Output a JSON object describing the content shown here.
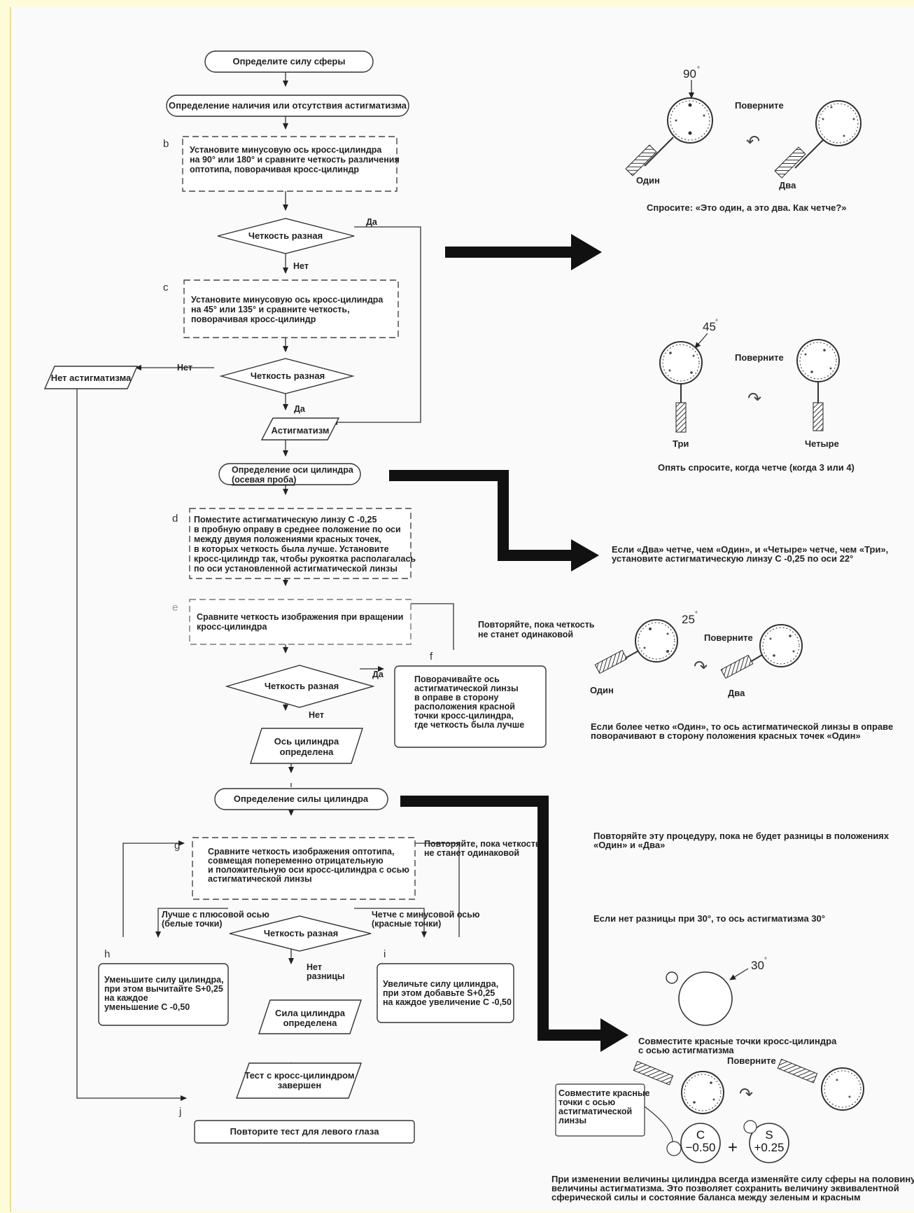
{
  "flow": {
    "start": "Определите силу сферы",
    "detect": "Определение наличия или отсутствия астигматизма",
    "b_label": "b",
    "b_lines": [
      "Установите минусовую ось кросс-цилиндра",
      "на 90° или 180° и сравните четкость различения",
      "оптотипа, поворачивая кросс-цилиндр"
    ],
    "decision1": "Четкость разная",
    "yes1": "Да",
    "no1": "Нет",
    "c_label": "c",
    "c_lines": [
      "Установите минусовую ось кросс-цилиндра",
      "на 45° или 135° и сравните четкость,",
      "поворачивая кросс-цилиндр"
    ],
    "decision2": "Четкость разная",
    "no2": "Нет",
    "yes2": "Да",
    "no_astig": "Нет астигматизма",
    "astig": "Астигматизм",
    "axis_lines": [
      "Определение оси цилиндра",
      "(осевая проба)"
    ],
    "d_label": "d",
    "d_lines": [
      "Поместите астигматическую линзу C -0,25",
      "в пробную оправу в среднее положение по оси",
      "между двумя положениями красных точек,",
      "в которых четкость была лучше. Установите",
      "кросс-цилиндр так, чтобы рукоятка располагалась",
      "по оси установленной астигматической линзы"
    ],
    "e_label": "e",
    "e_lines": [
      "Сравните четкость изображения при вращении",
      "кросс-цилиндра"
    ],
    "repeat1_lines": [
      "Повторяйте, пока четкость",
      "не станет одинаковой"
    ],
    "f_label": "f",
    "f_lines": [
      "Поворачивайте ось",
      "астигматической линзы",
      "в оправе в сторону",
      "расположения красной",
      "точки кросс-цилиндра,",
      "где четкость была лучше"
    ],
    "decision3": "Четкость разная",
    "yes3": "Да",
    "no3": "Нет",
    "axis_done_lines": [
      "Ось цилиндра",
      "определена"
    ],
    "power": "Определение силы цилиндра",
    "g_label": "g",
    "g_lines": [
      "Сравните четкость изображения оптотипа,",
      "совмещая попеременно отрицательную",
      "и положительную оси кросс-цилиндра с осью",
      "астигматической линзы"
    ],
    "repeat2_lines": [
      "Повторяйте, пока четкость",
      "не станет одинаковой"
    ],
    "decision4": "Четкость разная",
    "plus_lines": [
      "Лучше с плюсовой осью",
      "(белые точки)"
    ],
    "minus_lines": [
      "Четче с минусовой осью",
      "(красные точки)"
    ],
    "nodiff_lines": [
      "Нет",
      "разницы"
    ],
    "h_label": "h",
    "h_lines": [
      "Уменьшите силу цилиндра,",
      "при этом вычитайте  S+0,25",
      "на каждое",
      "уменьшение C -0,50"
    ],
    "i_label": "i",
    "i_lines": [
      "Увеличьте силу цилиндра,",
      "при этом добавьте  S+0,25",
      "на каждое увеличение C -0,50"
    ],
    "power_done_lines": [
      "Сила цилиндра",
      "определена"
    ],
    "test_done_lines": [
      "Тест с кросс-цилиндром",
      "завершен"
    ],
    "j_label": "j",
    "left_eye": "Повторите тест для левого глаза"
  },
  "panels": {
    "p1": {
      "angle": "90",
      "turn": "Поверните",
      "one": "Один",
      "two": "Два",
      "caption": "Спросите: «Это один, а это два. Как четче?»"
    },
    "p2": {
      "angle": "45",
      "turn": "Поверните",
      "three": "Три",
      "four": "Четыре",
      "caption": "Опять спросите, когда четче (когда 3 или 4)"
    },
    "p3": {
      "caption_lines": [
        "Если «Два» четче, чем «Один», и «Четыре» четче, чем «Три»,",
        "установите астигматическую линзу C -0,25 по оси 22°"
      ]
    },
    "p4": {
      "angle": "25",
      "turn": "Поверните",
      "one": "Один",
      "two": "Два",
      "caption_lines": [
        "Если более четко «Один», то ось астигматической линзы в оправе",
        "поворачивают в сторону положения красных точек «Один»"
      ]
    },
    "p5": {
      "caption_lines": [
        "Повторяйте эту процедуру, пока не будет разницы в положениях",
        "«Один» и «Два»"
      ]
    },
    "p6": {
      "caption": "Если нет разницы при 30°, то ось астигматизма 30°"
    },
    "p7": {
      "angle": "30",
      "caption_lines": [
        "Совместите красные точки кросс-цилиндра",
        "с осью астигматизма"
      ]
    },
    "p8": {
      "turn": "Поверните",
      "box_lines": [
        "Совместите красные",
        "точки с осью",
        "астигматической",
        "линзы"
      ],
      "c_letter": "C",
      "c_value": "−0.50",
      "plus": "+",
      "s_letter": "S",
      "s_value": "+0.25",
      "caption_lines": [
        "При изменении величины цилиндра всегда изменяйте силу сферы на половину",
        "величины астигматизма. Это позволяет сохранить величину эквивалентной",
        "сферической силы и состояние баланса между зеленым и красным"
      ]
    }
  }
}
